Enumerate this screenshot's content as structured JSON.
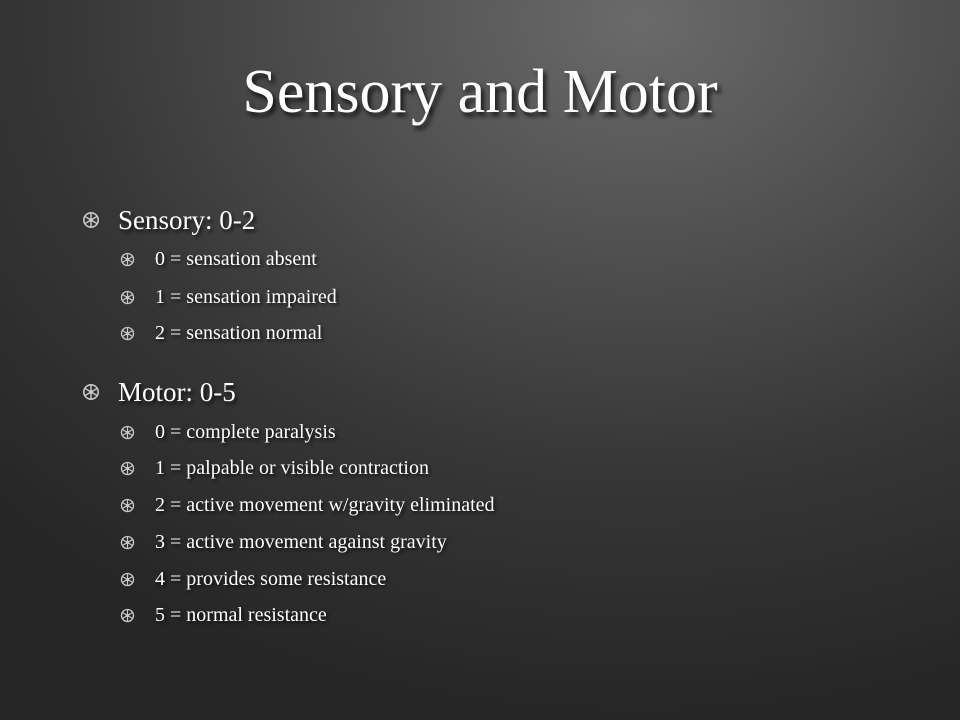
{
  "slide": {
    "title": "Sensory and Motor",
    "sections": [
      {
        "heading": "Sensory:  0-2",
        "items": [
          "0 = sensation absent",
          "1 = sensation impaired",
          "2 = sensation normal"
        ]
      },
      {
        "heading": "Motor: 0-5",
        "items": [
          "0 = complete paralysis",
          "1 = palpable or visible contraction",
          "2 = active movement w/gravity eliminated",
          "3 = active movement against gravity",
          "4 = provides some resistance",
          "5 = normal resistance"
        ]
      }
    ],
    "bullet_icon": "wheel-bullet-icon",
    "colors": {
      "text": "#ffffff",
      "bullet": "#c8c8c8",
      "background": "#3c3c3c"
    }
  }
}
